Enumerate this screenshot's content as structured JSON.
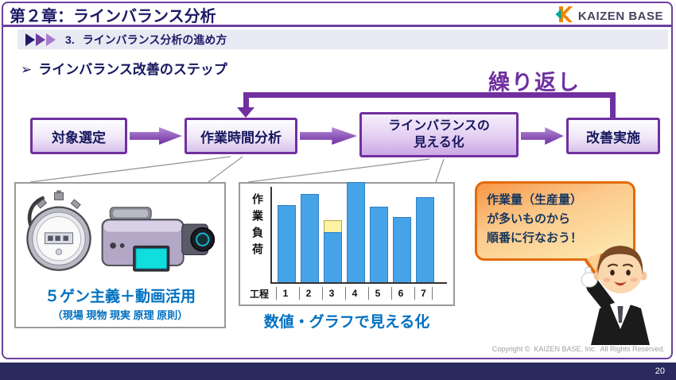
{
  "header": {
    "title": "第２章：ラインバランス分析",
    "logo_text": "KAIZEN BASE"
  },
  "section": {
    "number": "3.",
    "title": "ラインバランス分析の進め方"
  },
  "content": {
    "heading_bullet": "➢",
    "heading": "ラインバランス改善のステップ",
    "repeat_label": "繰り返し",
    "flow_steps": [
      {
        "label": "対象選定"
      },
      {
        "label": "作業時間分析"
      },
      {
        "label": "ラインバランスの\n見える化"
      },
      {
        "label": "改善実施"
      }
    ],
    "tools_box": {
      "caption_line1": "５ゲン主義＋動画活用",
      "caption_line2": "（現場 現物 現実 原理 原則）"
    },
    "chart_caption": "数値・グラフで見える化",
    "speech_bubble_text": "作業量（生産量）\nが多いものから\n順番に行なおう！"
  },
  "chart_data": {
    "type": "bar",
    "stacked": true,
    "xlabel": "工程",
    "ylabel": "作業負荷",
    "categories": [
      "1",
      "2",
      "3",
      "4",
      "5",
      "6",
      "7"
    ],
    "series": [
      {
        "name": "workload-blue",
        "color": "#47A3E8",
        "values": [
          77,
          88,
          50,
          100,
          75,
          65,
          85
        ]
      },
      {
        "name": "top-segment-yellow",
        "color": "#FBF2A4",
        "values": [
          0,
          0,
          12,
          0,
          0,
          0,
          0
        ]
      }
    ],
    "ylim": [
      0,
      100
    ],
    "grid": false,
    "legend": "none"
  },
  "footer": {
    "copyright": "Copyright ©  KAIZEN BASE, Inc.  All Rights Reserved.",
    "page_number": "20"
  },
  "colors": {
    "accent_purple": "#7030A0",
    "heading_navy": "#1E1A66",
    "blue_text": "#0070C0",
    "bar_blue": "#47A3E8",
    "bar_yellow": "#FBF2A4",
    "bubble_orange": "#F79646",
    "footer_navy": "#2B2A5E"
  }
}
